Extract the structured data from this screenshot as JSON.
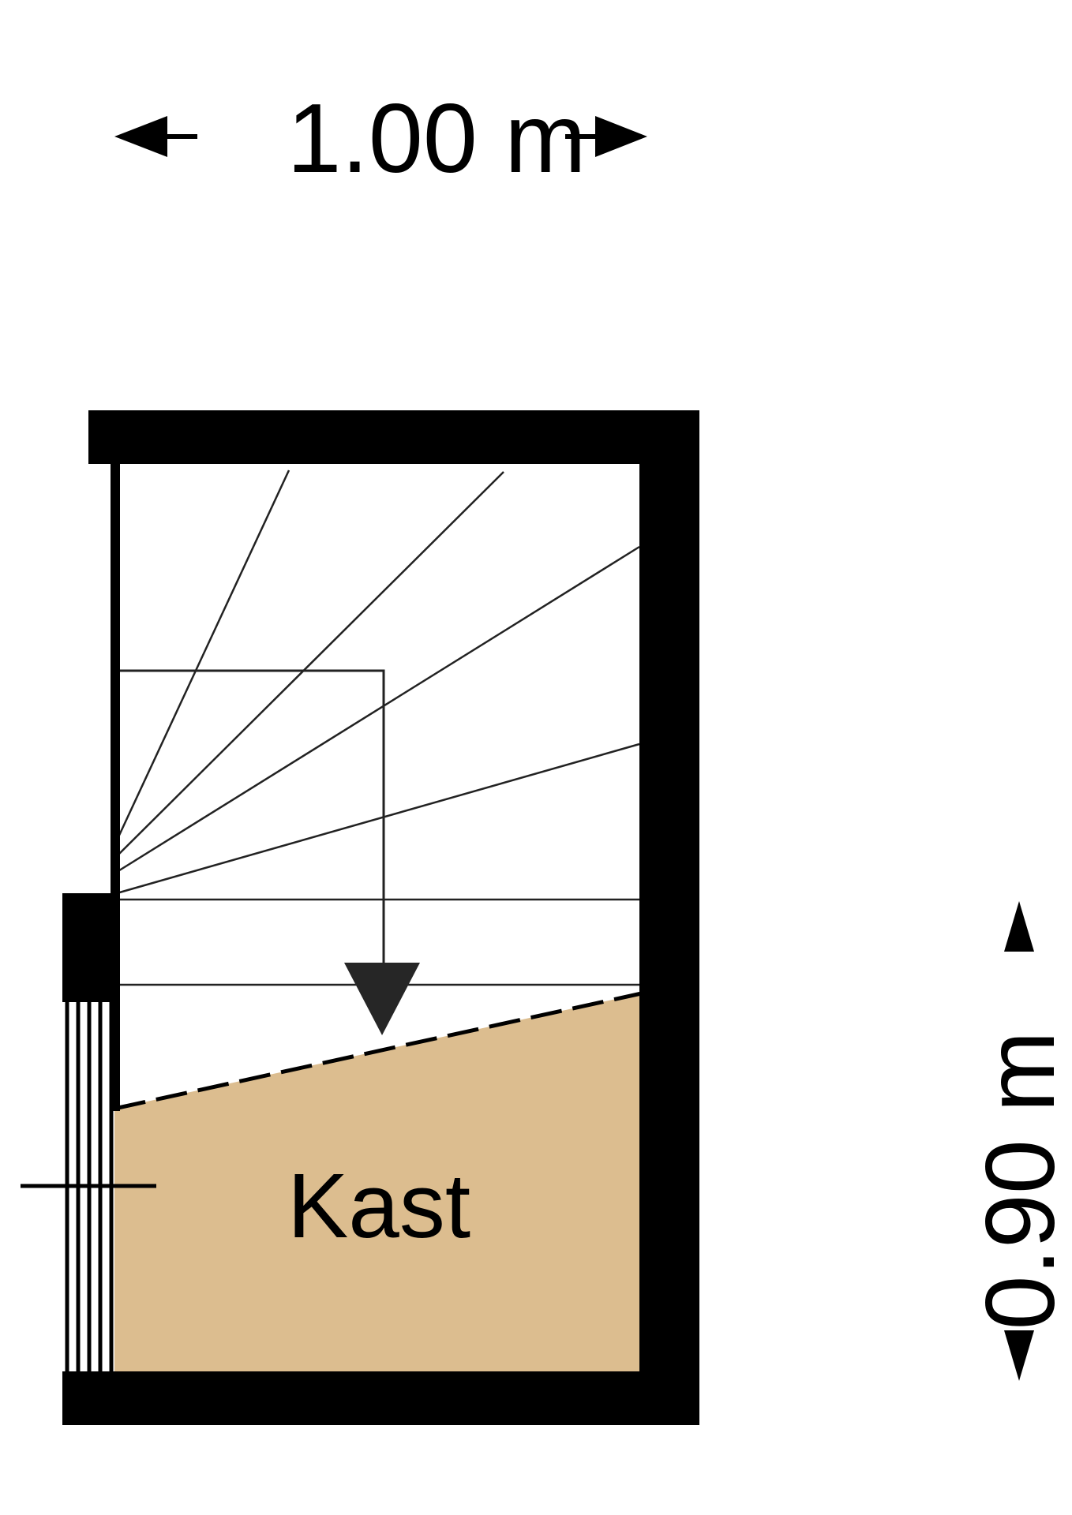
{
  "floorplan": {
    "width_dimension": "1.00 m",
    "height_dimension": "0.90 m",
    "room_label": "Kast"
  },
  "colors": {
    "wall": "#000000",
    "closet_fill": "#dcbd8f",
    "stair_lines": "#222222",
    "arrow": "#262626",
    "background": "#ffffff"
  },
  "icons": {
    "direction_arrow": "stair-direction-arrow",
    "dimension_arrows": "dimension-arrow-icon"
  }
}
